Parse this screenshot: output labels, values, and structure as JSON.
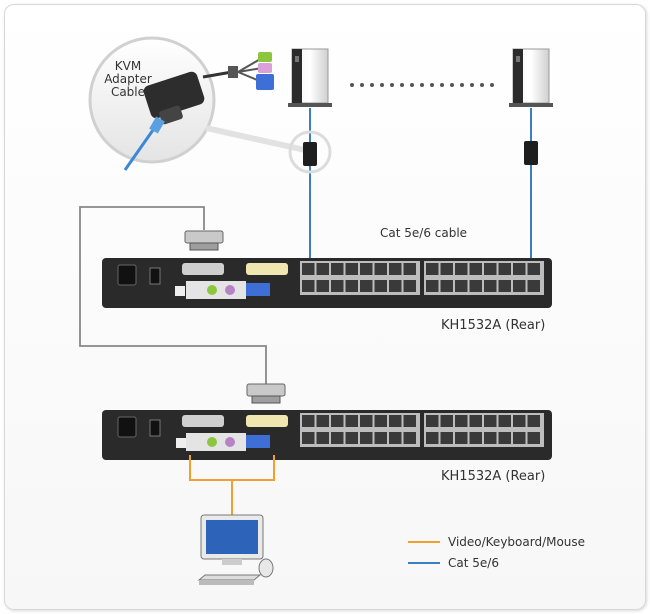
{
  "labels": {
    "kvm_adapter_cable": "KVM\nAdapter\nCable",
    "kvm_line1": "KVM",
    "kvm_line2": "Adapter",
    "kvm_line3": "Cable",
    "cat_cable": "Cat 5e/6 cable",
    "unit1": "KH1532A (Rear)",
    "unit2": "KH1532A (Rear)"
  },
  "legend": [
    {
      "label": "Video/Keyboard/Mouse",
      "color": "#f0a030"
    },
    {
      "label": "Cat 5e/6",
      "color": "#3a7fc4"
    }
  ],
  "colors": {
    "cat_cable": "#3a7fc4",
    "console_cable": "#f0a030",
    "daisy_chain": "#888888",
    "device_body": "#2a2a2a"
  },
  "icons": [
    "server-icon",
    "monitor-icon",
    "keyboard-icon",
    "mouse-icon",
    "kvm-adapter-icon"
  ]
}
